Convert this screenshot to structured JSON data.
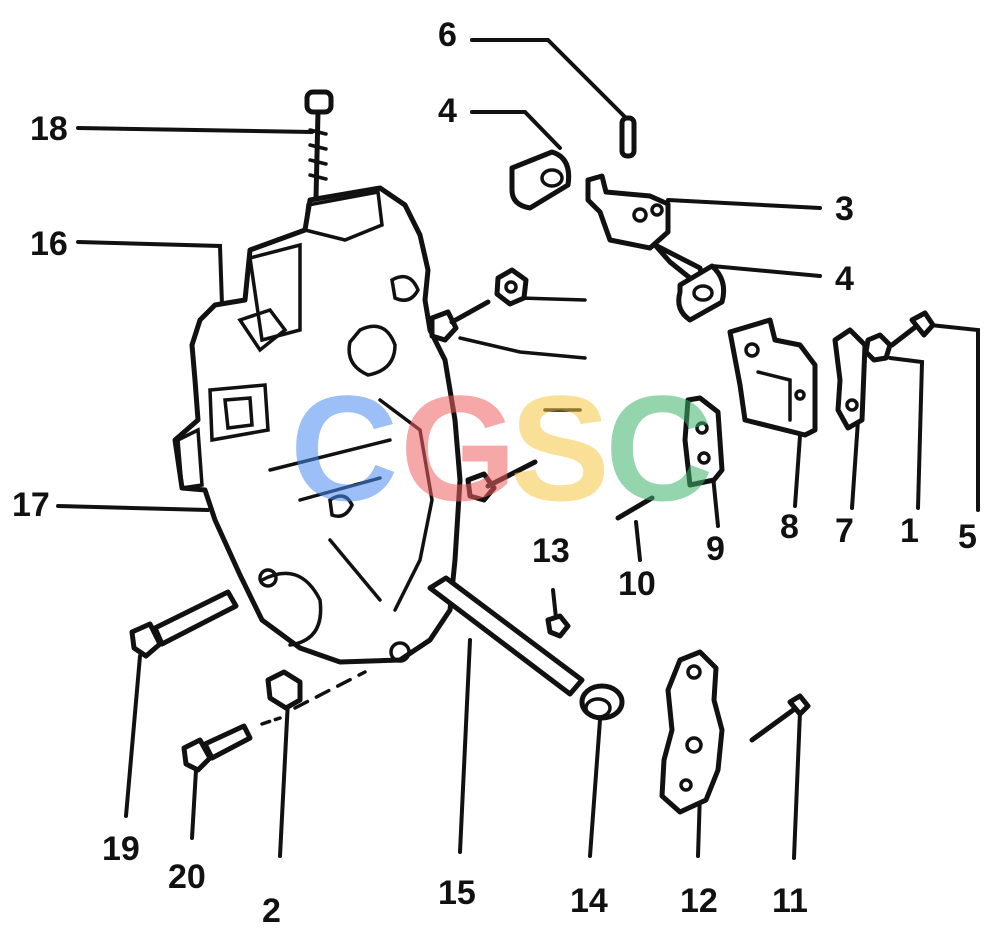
{
  "callouts": [
    {
      "id": "c6",
      "text": "6"
    },
    {
      "id": "c4a",
      "text": "4"
    },
    {
      "id": "c18",
      "text": "18"
    },
    {
      "id": "c3",
      "text": "3"
    },
    {
      "id": "c16",
      "text": "16"
    },
    {
      "id": "c4b",
      "text": "4"
    },
    {
      "id": "c5",
      "text": "5"
    },
    {
      "id": "c1",
      "text": "1"
    },
    {
      "id": "c7",
      "text": "7"
    },
    {
      "id": "c8",
      "text": "8"
    },
    {
      "id": "c9",
      "text": "9"
    },
    {
      "id": "c10",
      "text": "10"
    },
    {
      "id": "c13",
      "text": "13"
    },
    {
      "id": "c17",
      "text": "17"
    },
    {
      "id": "c19",
      "text": "19"
    },
    {
      "id": "c20",
      "text": "20"
    },
    {
      "id": "c2",
      "text": "2"
    },
    {
      "id": "c15",
      "text": "15"
    },
    {
      "id": "c14",
      "text": "14"
    },
    {
      "id": "c12",
      "text": "12"
    },
    {
      "id": "c11",
      "text": "11"
    }
  ],
  "watermark": {
    "letters": [
      "C",
      "G",
      "S",
      "C"
    ],
    "colors": [
      "#4a8cf0",
      "#f06060",
      "#f5c842",
      "#3db36b"
    ]
  }
}
